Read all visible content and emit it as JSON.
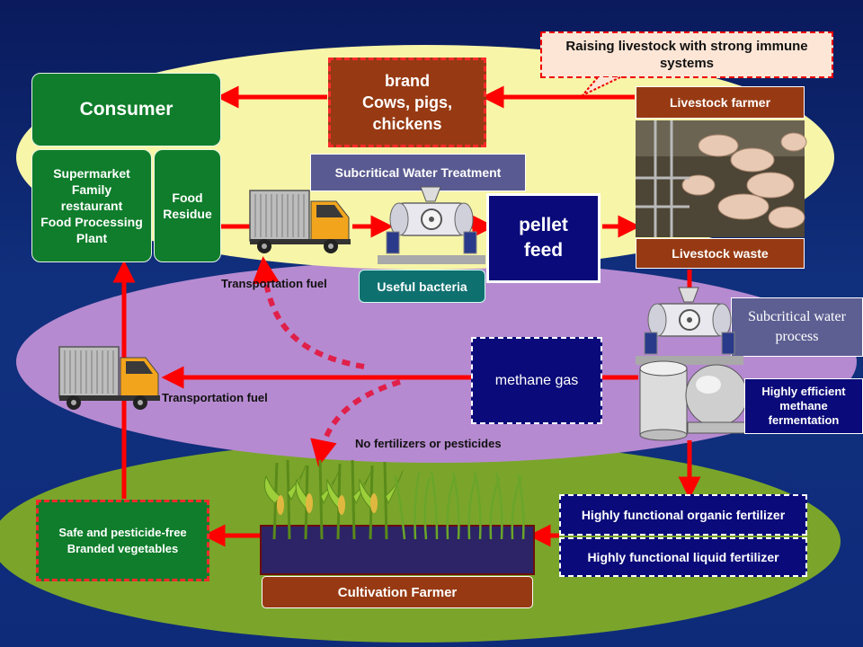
{
  "callout": "Raising livestock with strong immune systems",
  "brand_line1": "brand",
  "brand_line2": "Cows, pigs,",
  "brand_line3": "chickens",
  "consumer": "Consumer",
  "retail_line1": "Supermarket",
  "retail_line2": "Family",
  "retail_line3": "restaurant",
  "retail_line4": "Food Processing",
  "retail_line5": "Plant",
  "food_residue_line1": "Food",
  "food_residue_line2": "Residue",
  "subcritical_treatment": "Subcritical Water Treatment",
  "pellet_line1": "pellet",
  "pellet_line2": "feed",
  "useful_bacteria": "Useful bacteria",
  "livestock_farmer": "Livestock farmer",
  "livestock_waste": "Livestock waste",
  "transport_fuel_top": "Transportation fuel",
  "transport_fuel_mid": "Transportation fuel",
  "subcritical_process_line1": "Subcritical water",
  "subcritical_process_line2": "process",
  "methane_gas": "methane gas",
  "methane_ferm_line1": "Highly efficient",
  "methane_ferm_line2": "methane",
  "methane_ferm_line3": "fermentation",
  "no_fertilizers": "No fertilizers or pesticides",
  "safe_line1": "Safe and pesticide-free",
  "safe_line2": "Branded vegetables",
  "organic_fertilizer": "Highly functional organic fertilizer",
  "liquid_fertilizer": "Highly functional liquid fertilizer",
  "cultivation_farmer": "Cultivation Farmer",
  "colors": {
    "arrow": "#ff0000",
    "consumer_green": "#0f7d2b",
    "brand_brown": "#973a13",
    "pellet_navy": "#0a0a7a",
    "top_zone": "#f7f5a8",
    "middle_zone": "#b68ad0",
    "bottom_zone": "#7aa52a"
  }
}
